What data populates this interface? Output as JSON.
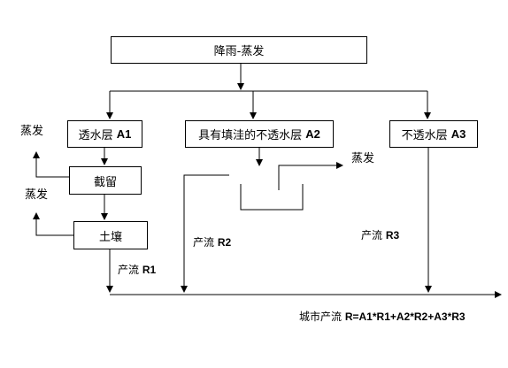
{
  "nodes": {
    "top": "降雨-蒸发",
    "a1": {
      "text": "透水层",
      "code": "A1"
    },
    "a2": {
      "text": "具有填洼的不透水层",
      "code": "A2"
    },
    "a3": {
      "text": "不透水层",
      "code": "A3"
    },
    "interception": "截留",
    "soil": "土壤"
  },
  "labels": {
    "evap1": "蒸发",
    "evap2": "蒸发",
    "evap3": "蒸发",
    "r1": {
      "text": "产流",
      "code": "R1"
    },
    "r2": {
      "text": "产流",
      "code": "R2"
    },
    "r3": {
      "text": "产流",
      "code": "R3"
    },
    "formula": {
      "text": "城市产流",
      "code": "R=A1*R1+A2*R2+A3*R3"
    }
  }
}
